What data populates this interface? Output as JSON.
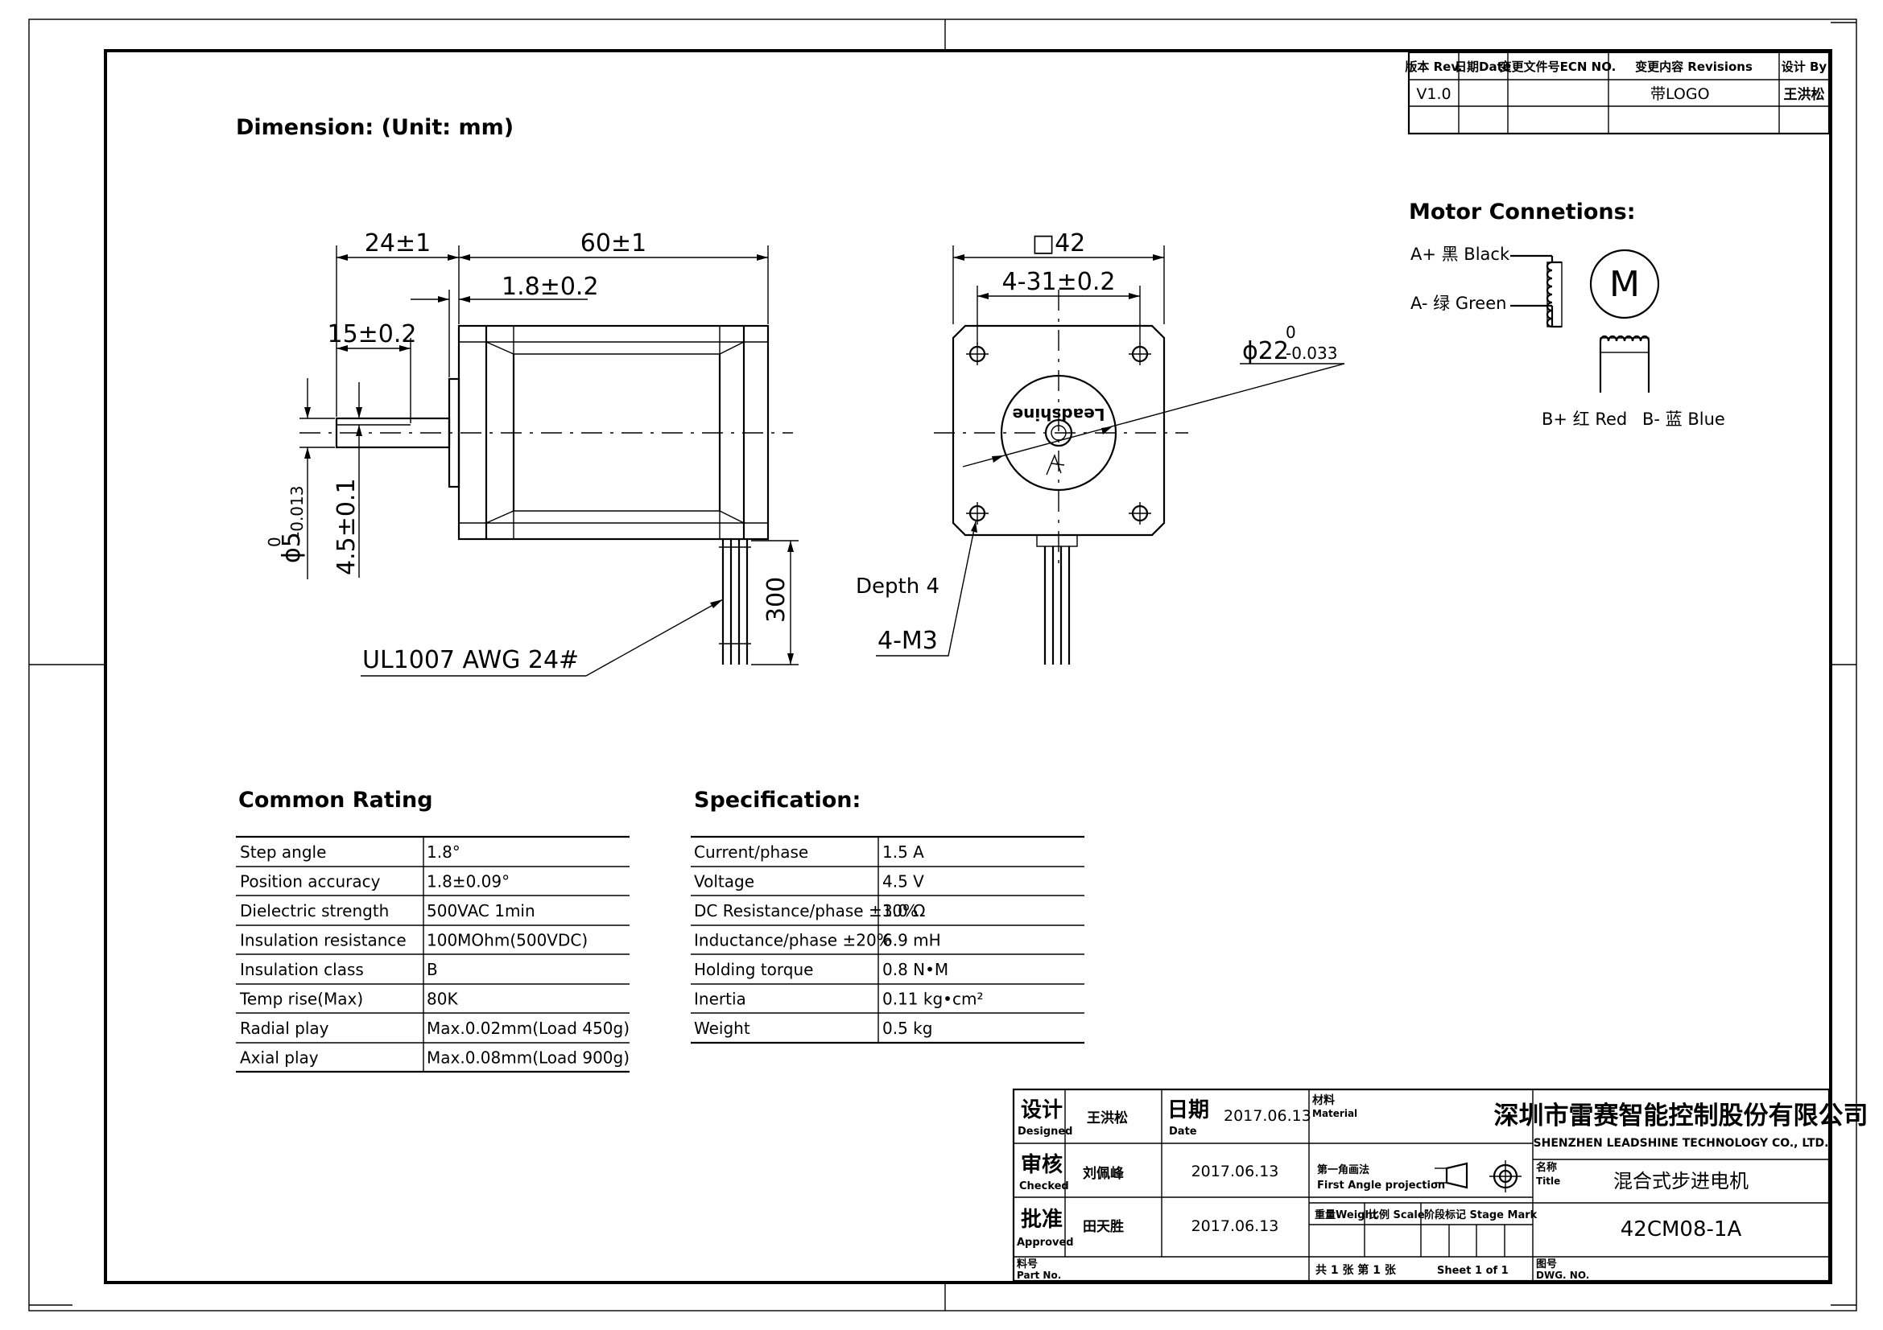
{
  "heading": "Dimension: (Unit: mm)",
  "revision_table": {
    "headers": [
      "版本 Rev.",
      "日期Date",
      "变更文件号ECN NO.",
      "变更内容  Revisions",
      "设计 By"
    ],
    "rows": [
      [
        "V1.0",
        "",
        "",
        "带LOGO",
        "王洪松"
      ],
      [
        "",
        "",
        "",
        "",
        ""
      ]
    ]
  },
  "side_view": {
    "dims": {
      "shaft_len": "24±1",
      "body_len": "60±1",
      "flange": "1.8±0.2",
      "flat": "15±0.2",
      "shaft_dia": "ϕ5",
      "shaft_tol_upper": "0",
      "shaft_tol_lower": "-0.013",
      "flat_dim": "4.5±0.1",
      "lead_len": "300"
    },
    "wire_label": "UL1007 AWG 24#"
  },
  "front_view": {
    "dims": {
      "square": "□42",
      "hole_pitch": "4-31±0.2",
      "boss_dia": "ϕ22",
      "boss_tol_upper": "0",
      "boss_tol_lower": "-0.033",
      "depth": "Depth 4",
      "screw": "4-M3"
    },
    "logo_text": "Leadshine"
  },
  "connections": {
    "title": "Motor Connetions:",
    "motor_symbol": "M",
    "a_plus": "A+ 黑 Black",
    "a_minus": "A- 绿 Green",
    "b_plus": "B+ 红 Red",
    "b_minus": "B- 蓝 Blue"
  },
  "common_rating": {
    "title": "Common Rating",
    "rows": [
      [
        "Step angle",
        "1.8°"
      ],
      [
        "Position accuracy",
        "1.8±0.09°"
      ],
      [
        "Dielectric strength",
        "500VAC 1min"
      ],
      [
        "Insulation resistance",
        "100MOhm(500VDC)"
      ],
      [
        "Insulation class",
        "B"
      ],
      [
        "Temp rise(Max)",
        "80K"
      ],
      [
        "Radial play",
        "Max.0.02mm(Load 450g)"
      ],
      [
        "Axial play",
        "Max.0.08mm(Load 900g)"
      ]
    ]
  },
  "specification": {
    "title": "Specification:",
    "rows": [
      [
        "Current/phase",
        "1.5 A"
      ],
      [
        "Voltage",
        "4.5 V"
      ],
      [
        "DC Resistance/phase ±10%",
        "3.0 Ω"
      ],
      [
        "Inductance/phase ±20%",
        "6.9 mH"
      ],
      [
        "Holding torque",
        "0.8 N•M"
      ],
      [
        "Inertia",
        "0.11 kg•cm²"
      ],
      [
        "Weight",
        "0.5 kg"
      ]
    ]
  },
  "title_block": {
    "designed_cn": "设计",
    "designed_en": "Designed",
    "designed_name": "王洪松",
    "date_cn": "日期",
    "date_en": "Date",
    "designed_date": "2017.06.13",
    "checked_cn": "审核",
    "checked_en": "Checked",
    "checked_name": "刘佩峰",
    "checked_date": "2017.06.13",
    "approved_cn": "批准",
    "approved_en": "Approved",
    "approved_name": "田天胜",
    "approved_date": "2017.06.13",
    "material_cn": "材料",
    "material_en": "Material",
    "projection_cn": "第一角画法",
    "projection_en": "First Angle projection",
    "weight": "重量Weight",
    "scale": "比例 Scale",
    "stage": "阶段标记 Stage Mark",
    "company_cn": "深圳市雷赛智能控制股份有限公司",
    "company_en": "SHENZHEN LEADSHINE TECHNOLOGY CO., LTD.",
    "title_label_cn": "名称",
    "title_label_en": "Title",
    "title_value": "混合式步进电机",
    "drawing_number": "42CM08-1A",
    "part_no_cn": "料号",
    "part_no_en": "Part No.",
    "sheet_cn": "共 1 张 第 1 张",
    "sheet_en": "Sheet 1 of 1",
    "dwg_cn": "图号",
    "dwg_en": "DWG. NO."
  }
}
